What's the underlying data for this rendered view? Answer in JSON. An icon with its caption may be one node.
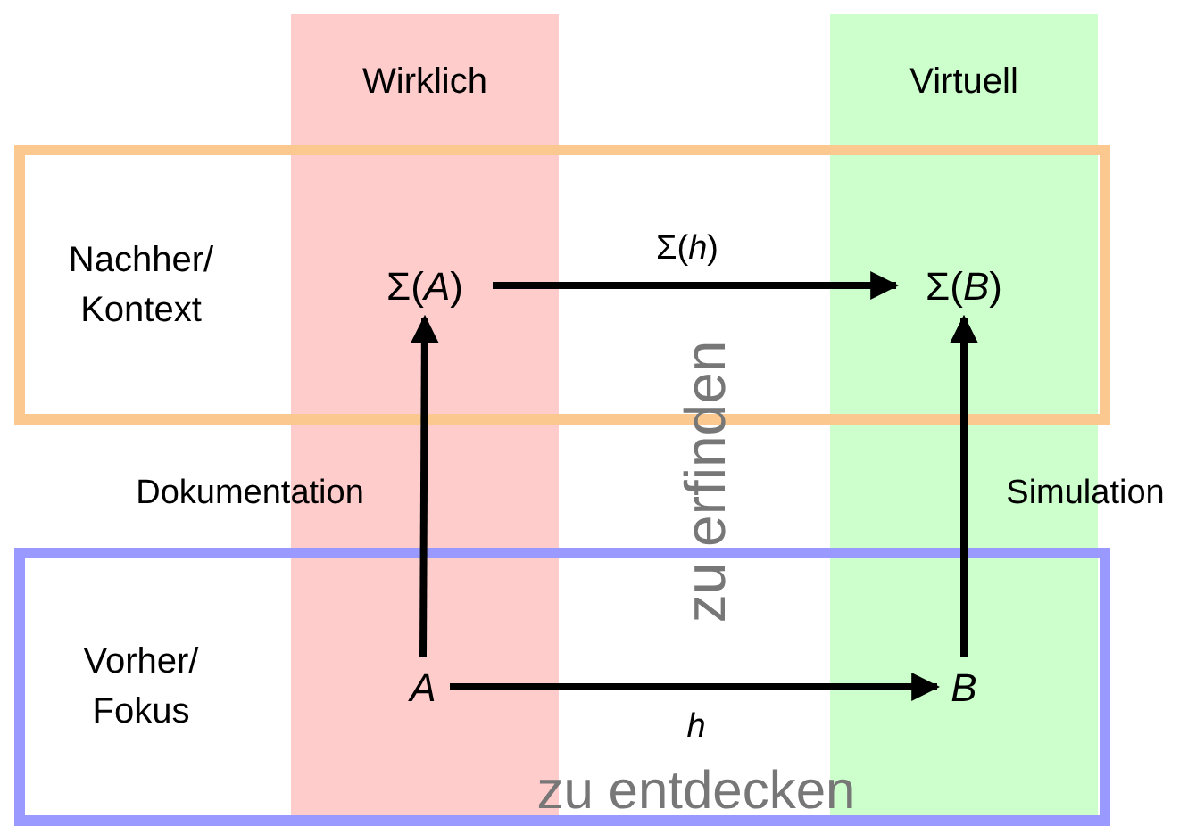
{
  "diagram": {
    "nodes": [
      {
        "text": [
          "Nachher/ Kontext"
        ]
      },
      {
        "text": [
          "Vorher/ Fokus"
        ]
      },
      {
        "text": [
          "Σ(*A*)"
        ],
        "in": 0
      },
      {
        "text": [
          "Σ(*B*)"
        ],
        "in": 0
      },
      {
        "text": [
          "*A*"
        ],
        "in": 1
      },
      {
        "text": [
          "*B*"
        ],
        "in": 1
      }
    ],
    "edges": [
      {
        "from": 2,
        "to": 3,
        "arrow": "to",
        "label": "Σ(*h*)"
      },
      {
        "from": 4,
        "to": 2,
        "arrow": "to",
        "label": "Dokumentation"
      },
      {
        "from": 5,
        "to": 3,
        "arrow": "to",
        "label": "Simulation"
      },
      {
        "from": 4,
        "to": 5,
        "arrow": "to",
        "label": "*h*"
      }
    ],
    "labels": [
      "Wirklich",
      "Virtuell",
      "zu erfinden",
      "zu entdecken"
    ]
  }
}
